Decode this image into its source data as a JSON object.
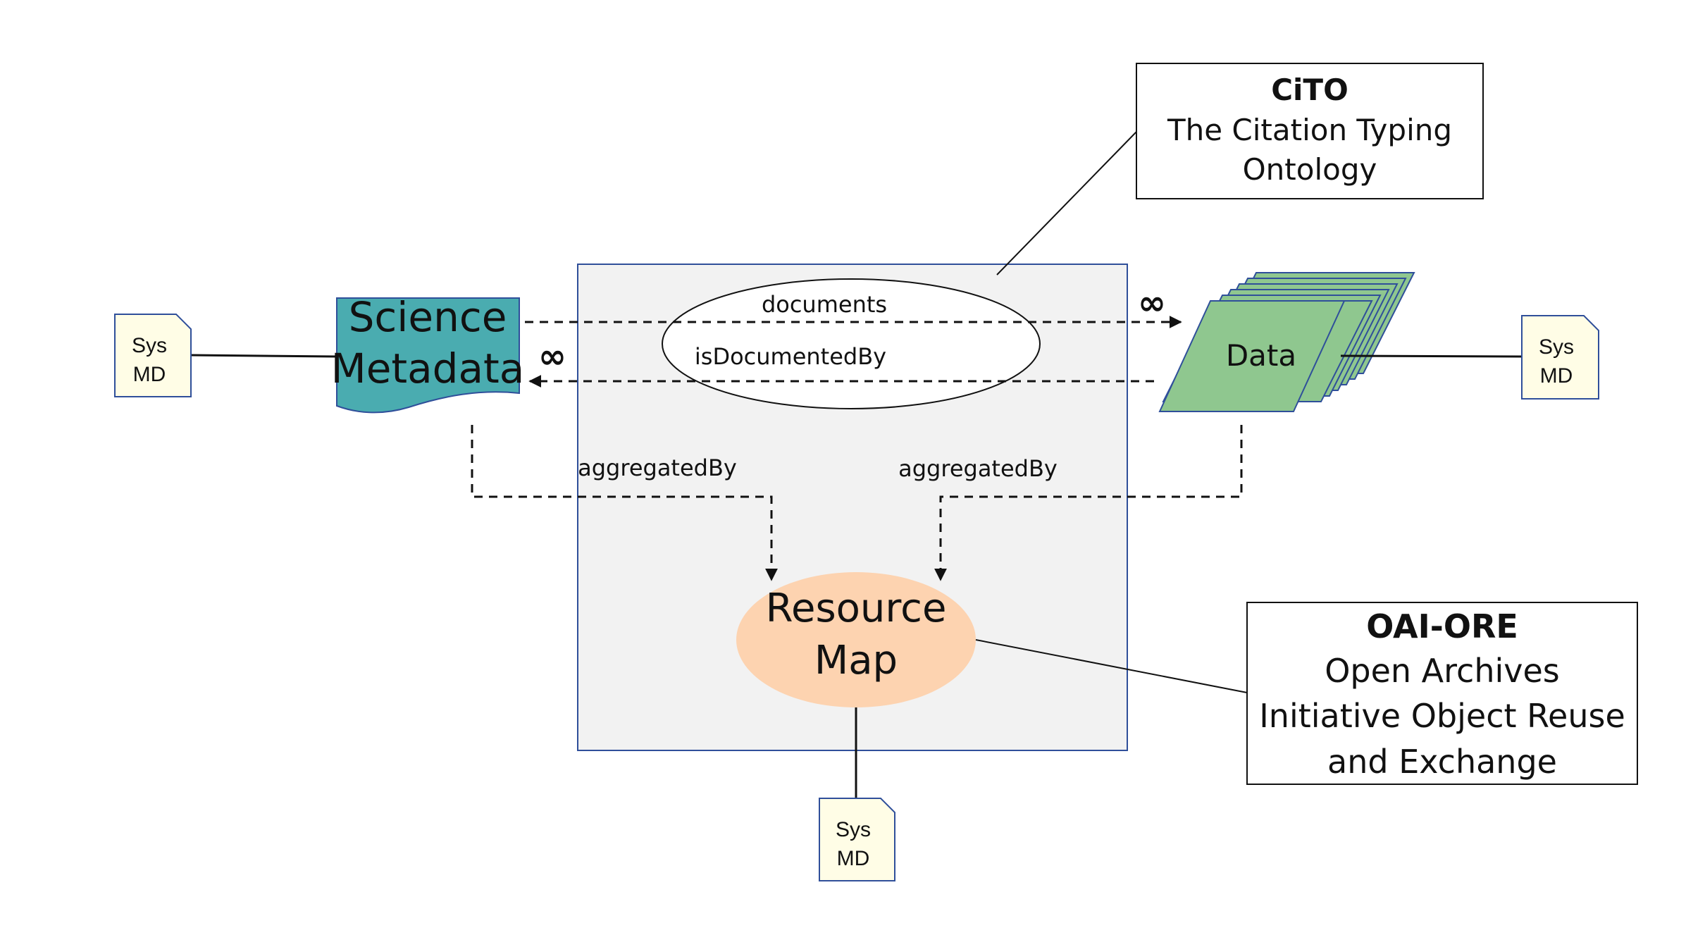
{
  "colors": {
    "frame_border": "#2f4f9a",
    "frame_fill": "#f2f2f2",
    "science_fill": "#4aacb0",
    "data_fill": "#8fc78f",
    "data_border": "#2f4f9a",
    "resource_fill": "#fdd3b0",
    "sysmd_fill": "#fffde6",
    "sysmd_border": "#2f4f9a"
  },
  "cito": {
    "title": "CiTO",
    "line1": "The Citation Typing",
    "line2": "Ontology"
  },
  "oai_ore": {
    "title": "OAI-ORE",
    "line1": "Open Archives",
    "line2": "Initiative Object Reuse",
    "line3": "and Exchange"
  },
  "science_metadata": {
    "line1": "Science",
    "line2": "Metadata"
  },
  "data_node": {
    "label": "Data"
  },
  "resource_map": {
    "line1": "Resource",
    "line2": "Map"
  },
  "sysmd": {
    "line1": "Sys",
    "line2": "MD"
  },
  "edges": {
    "documents": "documents",
    "is_documented_by": "isDocumentedBy",
    "aggregated_by_left": "aggregatedBy",
    "aggregated_by_right": "aggregatedBy",
    "infinity": "∞"
  },
  "icons": {
    "cardinality": "infinity-icon",
    "arrowhead": "arrowhead-icon"
  }
}
